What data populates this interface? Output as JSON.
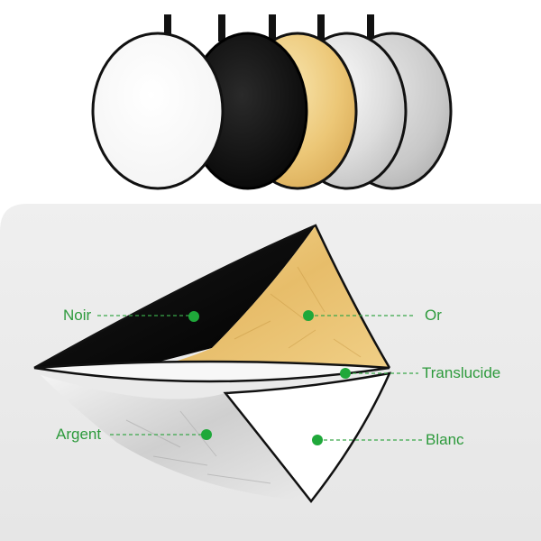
{
  "product": {
    "disc_colors": [
      "white",
      "black",
      "gold",
      "silver",
      "translucent"
    ]
  },
  "callouts": {
    "noir": "Noir",
    "or": "Or",
    "translucide": "Translucide",
    "argent": "Argent",
    "blanc": "Blanc"
  },
  "colors": {
    "callout_green": "#2d9a3c",
    "dot_green": "#1fa83a",
    "panel_gray": "#ececec",
    "gold": "#e8c06a",
    "black": "#0b0b0b",
    "silver": "#c9c9c9"
  }
}
